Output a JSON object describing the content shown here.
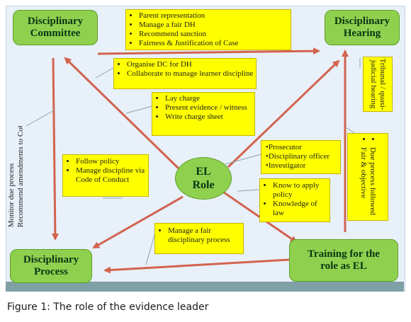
{
  "nodes": {
    "committee": "Disciplinary\nCommittee",
    "hearing": "Disciplinary\nHearing",
    "el_role": "EL\nRole",
    "process": "Disciplinary\nProcess",
    "training": "Training for the\nrole as EL"
  },
  "notes": {
    "committee_hearing": [
      "Parent representation",
      "Manage a fair DH",
      "Recommend sanction",
      "Fairness & Justification of Case"
    ],
    "organise": [
      "Organise DC for DH",
      "Collaborate to manage learner discipline"
    ],
    "charge": [
      "Lay charge",
      "Present evidence / witness",
      "Write charge sheet"
    ],
    "roles": [
      "•Prosecutor",
      "•Disciplinary officer",
      "•Investigator"
    ],
    "policy": [
      "Follow policy",
      "Manage discipline via  Code of Conduct"
    ],
    "know": [
      "Know to apply policy",
      "Knowledge of law"
    ],
    "fair_process": [
      "Manage a fair disciplinary process"
    ],
    "tribunal": "Tribunal / quasi-judicial hearing",
    "due_process": [
      "Due process followed",
      "Fair & objective"
    ],
    "monitor": [
      "Monitor due process",
      "Recommend amendments to CoC",
      "",
      ""
    ]
  },
  "caption": "Figure 1: The role of the evidence leader"
}
